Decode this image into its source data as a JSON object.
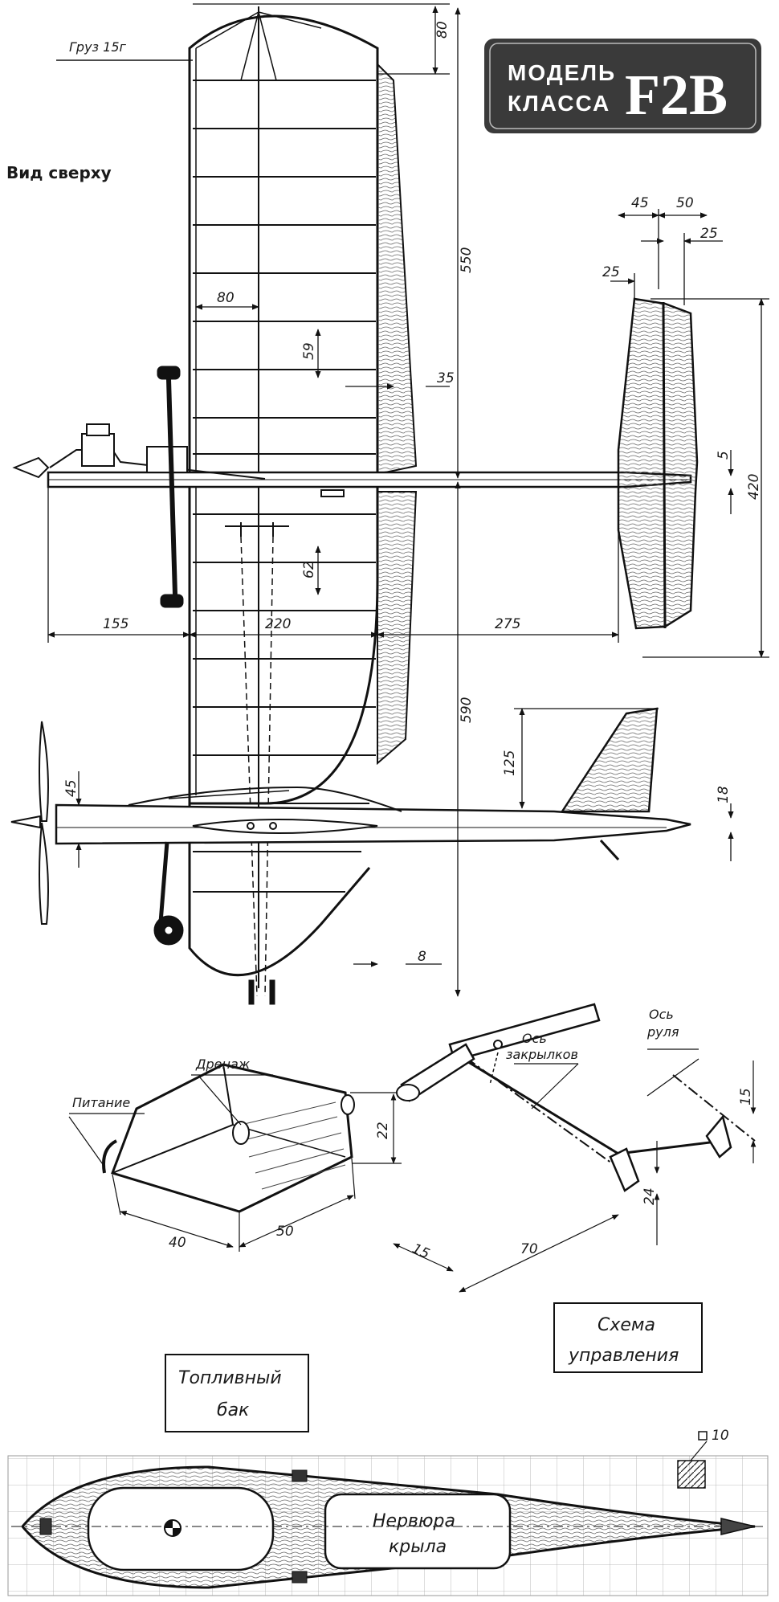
{
  "top_view_label": "Вид сверху",
  "weight_label": "Груз 15г",
  "badge": {
    "line1": "МОДЕЛЬ",
    "line2": "КЛАССА",
    "code": "F2B"
  },
  "dimensions": {
    "tip_80": "80",
    "span_550": "550",
    "span_590": "590",
    "rib_spacing_80": "80",
    "rib_59": "59",
    "rib_62": "62",
    "trail_35": "35",
    "trail_8": "8",
    "len_155": "155",
    "len_220": "220",
    "len_275": "275",
    "stab_45": "45",
    "stab_50": "50",
    "stab_25a": "25",
    "stab_25b": "25",
    "stab_5": "5",
    "stab_420": "420",
    "fin_125": "125",
    "fin_18": "18",
    "side_45": "45",
    "tank_22": "22",
    "tank_40": "40",
    "tank_50": "50",
    "ctrl_15": "15",
    "ctrl_24": "24",
    "ctrl_15b": "15",
    "ctrl_70": "70",
    "rib_10": "10"
  },
  "labels": {
    "drain": "Дренаж",
    "feed": "Питание",
    "flap_axis_1": "Ось",
    "flap_axis_2": "закрылков",
    "rudder_axis_1": "Ось",
    "rudder_axis_2": "руля",
    "tank_1": "Топливный",
    "tank_2": "бак",
    "control_1": "Схема",
    "control_2": "управления",
    "rib_1": "Нервюра",
    "rib_2": "крыла"
  }
}
